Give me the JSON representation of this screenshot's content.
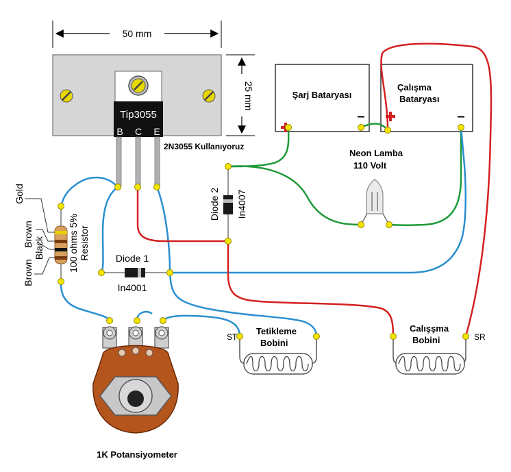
{
  "dimensions": {
    "width_label": "50 mm",
    "height_label": "25 mm"
  },
  "transistor": {
    "name": "Tip3055",
    "pins": [
      "B",
      "C",
      "E"
    ],
    "note": "2N3055 Kullanıyoruz"
  },
  "batteries": {
    "charge": {
      "label": "Şarj Bataryası",
      "minus": "–"
    },
    "run": {
      "label_line1": "Çalışma",
      "label_line2": "Bataryası",
      "plus": "+",
      "minus": "–"
    }
  },
  "neon": {
    "line1": "Neon Lamba",
    "line2": "110 Volt"
  },
  "diode2": {
    "name": "Diode 2",
    "part": "In4007"
  },
  "diode1": {
    "name": "Diode 1",
    "part": "In4001"
  },
  "resistor": {
    "bands": [
      "Gold",
      "Brown",
      "Black",
      "Brown"
    ],
    "label_line1": "100 ohms 5%",
    "label_line2": "Resistor"
  },
  "trigger_coil": {
    "line1": "Tetikleme",
    "line2": "Bobini",
    "terminal": "ST"
  },
  "run_coil": {
    "line1": "Calışşma",
    "line2": "Bobini",
    "terminal": "SR"
  },
  "potentiometer": {
    "label": "1K Potansiyometer"
  },
  "colors": {
    "red_wire": "#d42020",
    "blue_wire": "#2a8fd0",
    "green_wire": "#1f9a3a",
    "node": "#f2e600",
    "heatsink": "#d6d6d6"
  }
}
